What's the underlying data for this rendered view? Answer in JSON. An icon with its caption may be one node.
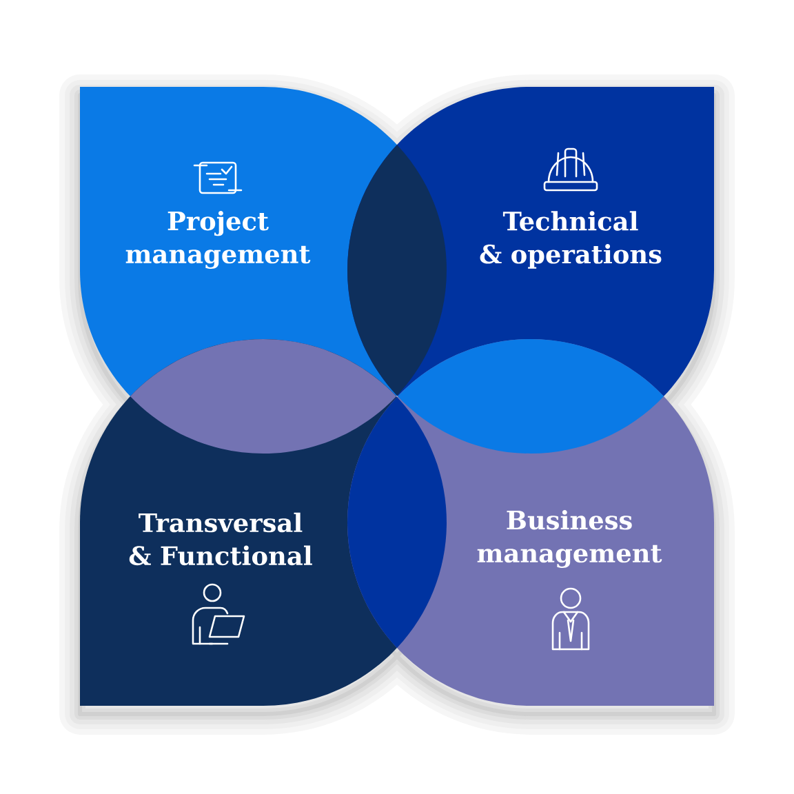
{
  "diagram": {
    "nodes": [
      {
        "text": [
          "Project management"
        ]
      },
      {
        "text": [
          "Technical & operations"
        ]
      },
      {
        "text": [
          "Transversal & Functional"
        ]
      },
      {
        "text": [
          "Business management"
        ]
      }
    ]
  }
}
